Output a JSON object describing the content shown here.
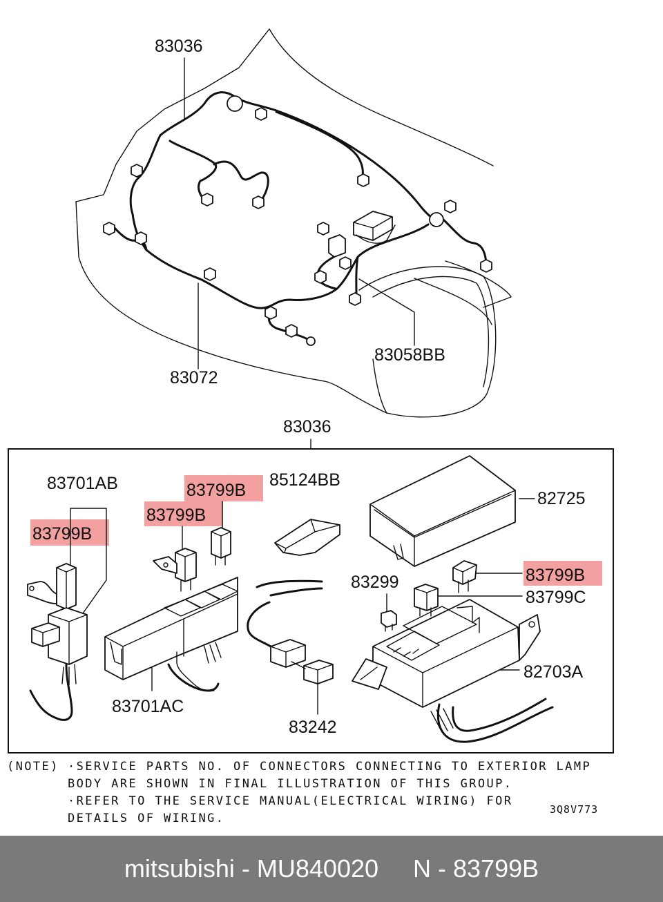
{
  "labels": {
    "top_harness": "83036",
    "top_front_harness": "83072",
    "top_relay_harness": "83058BB",
    "detail_harness": "83036",
    "relay_connector_ab": "83701AB",
    "relay_a": "83799B",
    "relay_b": "83799B",
    "relay_c": "83799B",
    "relay_box_label": "83701AC",
    "bracket": "85124BB",
    "fuse_cover": "82725",
    "fuse": "83299",
    "relay_d": "83799B",
    "relay_c_type": "83799C",
    "fuse_box": "82703A",
    "connector_bottom": "83242"
  },
  "note": {
    "lead": "(NOTE)",
    "line1": "·SERVICE PARTS NO. OF CONNECTORS CONNECTING TO EXTERIOR LAMP",
    "line2": "BODY ARE SHOWN IN FINAL ILLUSTRATION OF THIS GROUP.",
    "line3": "·REFER TO THE SERVICE MANUAL(ELECTRICAL WIRING) FOR",
    "line4": "DETAILS OF WIRING.",
    "code": "3Q8V773"
  },
  "footer": {
    "text": "mitsubishi - MU840020     N - 83799B"
  },
  "colors": {
    "highlight": "#f08f8f",
    "footer_bg": "#7a7a7a",
    "ink": "#111111"
  }
}
